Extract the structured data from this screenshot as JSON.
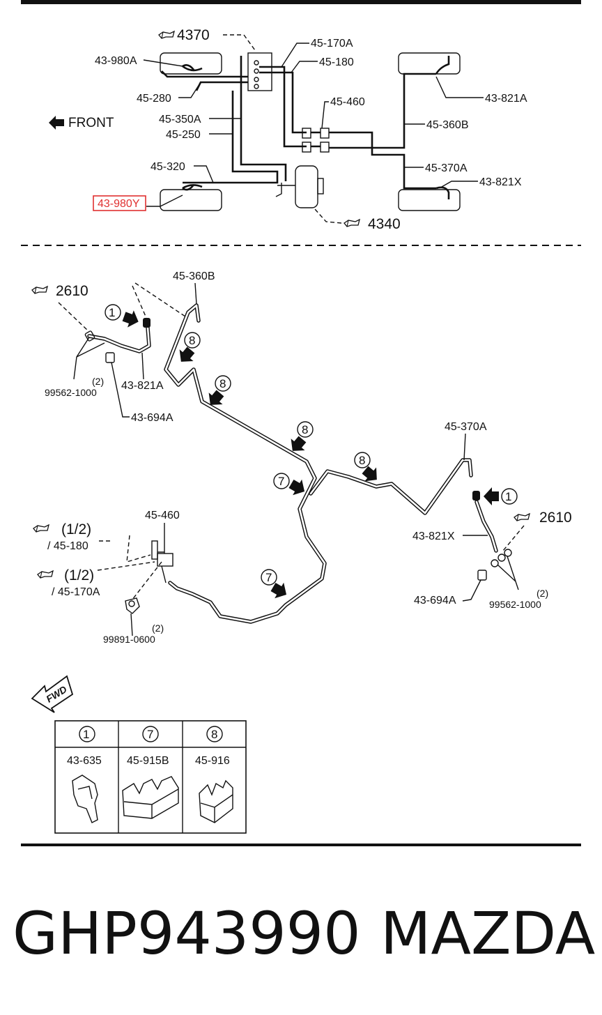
{
  "top_diagram": {
    "front_label": "FRONT",
    "refs": {
      "r4370": "4370",
      "r4340": "4340"
    },
    "labels": {
      "l43980A": "43-980A",
      "l45280": "45-280",
      "l45350A": "45-350A",
      "l45250": "45-250",
      "l45320": "45-320",
      "l43980Y": "43-980Y",
      "l45170A": "45-170A",
      "l45180": "45-180",
      "l45460": "45-460",
      "l45360B": "45-360B",
      "l45370A": "45-370A",
      "l43821A": "43-821A",
      "l43821X": "43-821X"
    },
    "highlight_color": "#e03030"
  },
  "detail_diagram": {
    "refs": {
      "r2610a": "2610",
      "r2610b": "2610",
      "half_a": "(1/2)",
      "half_b": "(1/2)"
    },
    "labels": {
      "d45360B": "45-360B",
      "d43821A": "43-821A",
      "d99562a": "99562-1000",
      "d2a": "(2)",
      "d43694a": "43-694A",
      "d45370A": "45-370A",
      "d43821X": "43-821X",
      "d43694b": "43-694A",
      "d99562b": "99562-1000",
      "d2b": "(2)",
      "d45460": "45-460",
      "d45180": "/ 45-180",
      "d45170A": "/ 45-170A",
      "d99891": "99891-0600",
      "d2c": "(2)"
    },
    "callouts": {
      "c1": "1",
      "c7": "7",
      "c8": "8"
    },
    "fwd_label": "FWD"
  },
  "legend_table": {
    "columns": [
      {
        "num": "1",
        "part": "43-635"
      },
      {
        "num": "7",
        "part": "45-915B"
      },
      {
        "num": "8",
        "part": "45-916"
      }
    ]
  },
  "footer": {
    "part_number": "GHP943990",
    "brand": "MAZDA"
  }
}
